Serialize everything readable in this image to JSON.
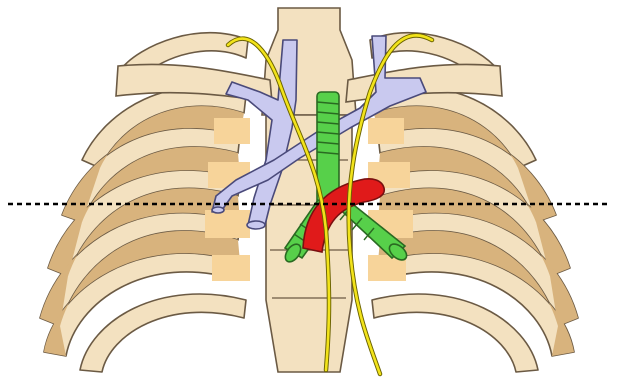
{
  "colors": {
    "background": "#ffffff",
    "bone_fill": "#f3e1c0",
    "bone_stroke": "#6b5a44",
    "cartilage_fill": "#f7d49a",
    "intercostal_fill": "#d8b37d",
    "vein_fill": "#c9c9ef",
    "vein_stroke": "#4a4a7a",
    "airway_fill": "#57d04a",
    "airway_stroke": "#2a6a22",
    "artery_fill": "#e01a1a",
    "artery_stroke": "#7a1010",
    "nerve_fill": "#f2e31a",
    "nerve_stroke": "#6a6200",
    "reference_line": "#000000"
  },
  "structures": [
    "rib-cage",
    "sternum",
    "clavicles",
    "superior-vena-cava",
    "brachiocephalic-veins",
    "trachea",
    "main-bronchi",
    "aortic-arch",
    "vagus-nerves",
    "horizontal-reference-line"
  ]
}
